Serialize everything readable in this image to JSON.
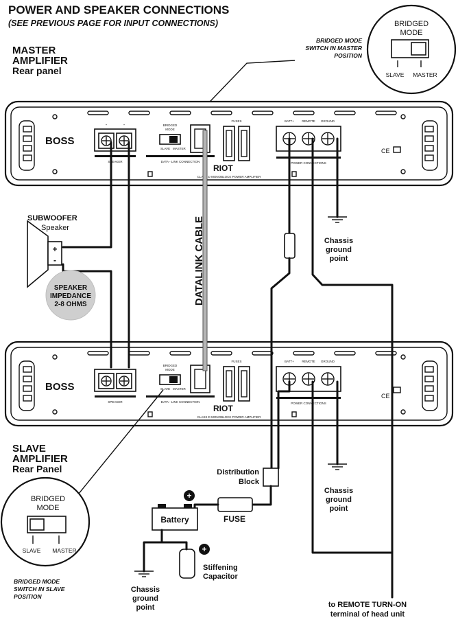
{
  "header": {
    "title": "POWER AND SPEAKER CONNECTIONS",
    "subtitle": "(SEE PREVIOUS PAGE FOR INPUT CONNECTIONS)"
  },
  "master": {
    "label_line1": "MASTER",
    "label_line2": "AMPLIFIER",
    "label_line3": "Rear panel",
    "callout_line1": "BRIDGED MODE",
    "callout_line2": "SWITCH IN MASTER",
    "callout_line3": "POSITION"
  },
  "slave": {
    "label_line1": "SLAVE",
    "label_line2": "AMPLIFIER",
    "label_line3": "Rear Panel",
    "callout_line1": "BRIDGED MODE",
    "callout_line2": "SWITCH IN SLAVE",
    "callout_line3": "POSITION"
  },
  "switch_detail": {
    "title_line1": "BRIDGED",
    "title_line2": "MODE",
    "slave": "SLAVE",
    "master": "MASTER"
  },
  "amp_panel": {
    "brand": "BOSS",
    "speaker": "SPEAKER",
    "bridged_line1": "BRIDGED",
    "bridged_line2": "MODE",
    "slave": "SLAVE",
    "master": "MASTER",
    "data_link": "DATA - LINK CONNECTION",
    "fuses": "FUSES",
    "batt": "BATT+",
    "remote": "REMOTE",
    "ground": "GROUND",
    "power_connections": "POWER CONNECTIONS",
    "model": "RIOT",
    "model_sub": "CLASS D MONOBLOCK POWER AMPLIFIER",
    "ce": "CE"
  },
  "subwoofer": {
    "line1": "SUBWOOFER",
    "line2": "Speaker",
    "plus": "+",
    "minus": "-"
  },
  "impedance": {
    "line1": "SPEAKER",
    "line2": "IMPEDANCE",
    "line3": "2-8 OHMS"
  },
  "datalink_cable": "DATALINK CABLE",
  "chassis_ground": {
    "line1": "Chassis",
    "line2": "ground",
    "line3": "point"
  },
  "distribution": {
    "line1": "Distribution",
    "line2": "Block"
  },
  "battery": "Battery",
  "fuse": "FUSE",
  "plus_symbol": "+",
  "capacitor": {
    "line1": "Stiffening",
    "line2": "Capacitor"
  },
  "remote_turn_on": {
    "line1": "to REMOTE TURN-ON",
    "line2": "terminal of head unit"
  }
}
